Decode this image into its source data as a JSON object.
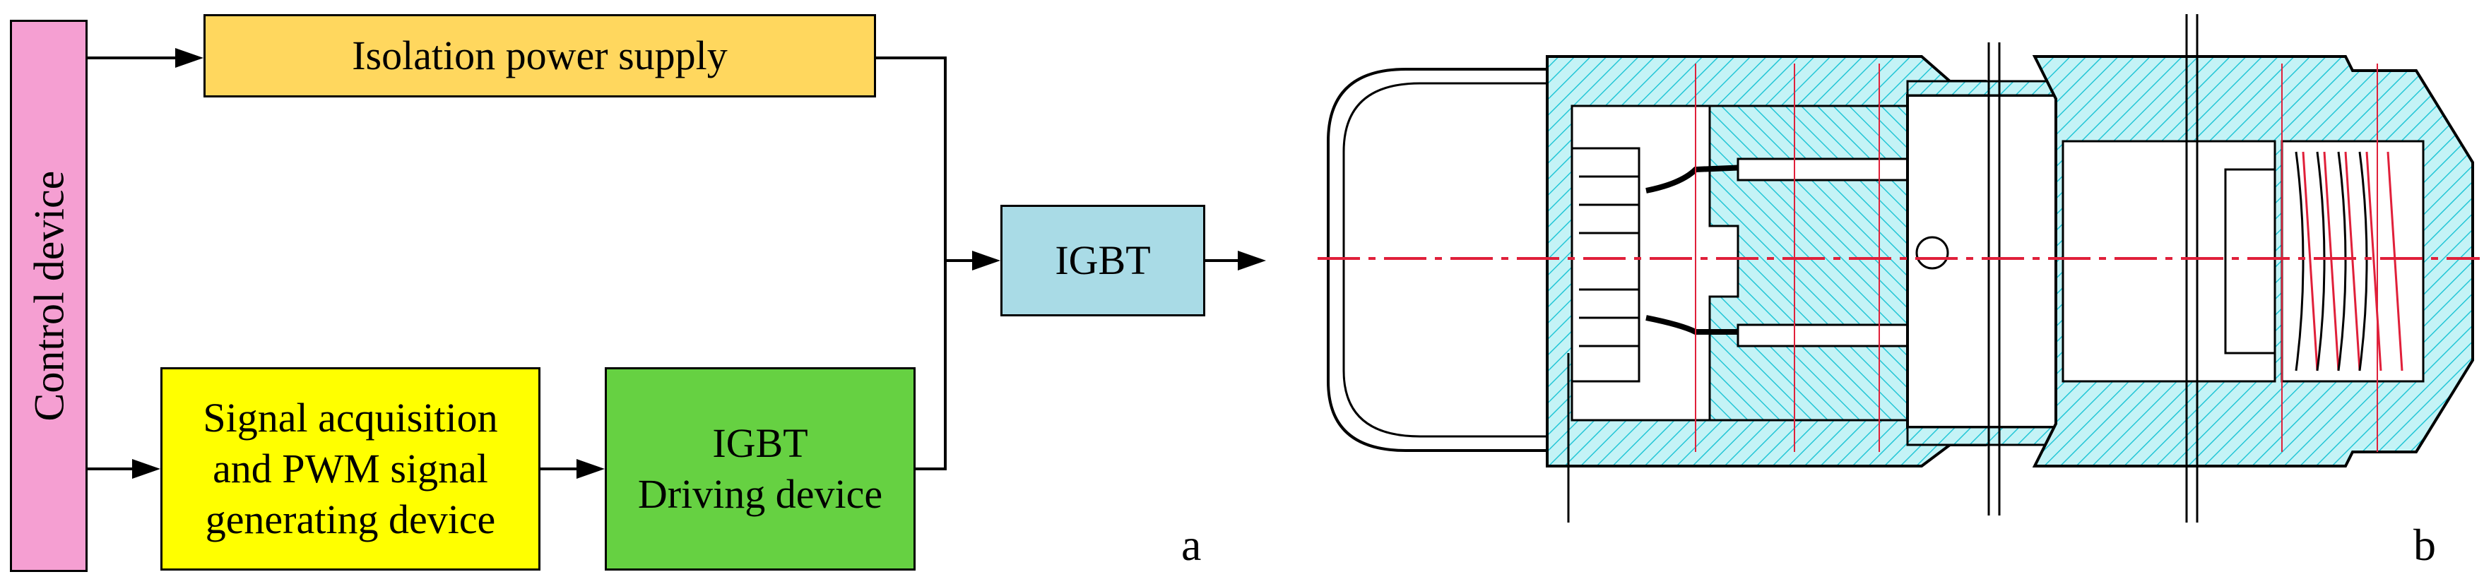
{
  "diagram_a": {
    "control_device": "Control device",
    "isolation_power_supply": "Isolation power supply",
    "signal_acquisition": "Signal acquisition\nand PWM signal\ngenerating device",
    "igbt_driving": "IGBT\nDriving device",
    "igbt": "IGBT",
    "panel_label": "a"
  },
  "drawing_b": {
    "panel_label": "b"
  },
  "colors": {
    "control_device": "#f59fd2",
    "isolation_power_supply": "#ffd75e",
    "signal_acquisition": "#ffff00",
    "igbt_driving": "#66d142",
    "igbt": "#a9dbe6",
    "section_fill": "#c4f3f6",
    "hatch": "#23c6d6",
    "centerline": "#e0203a"
  }
}
